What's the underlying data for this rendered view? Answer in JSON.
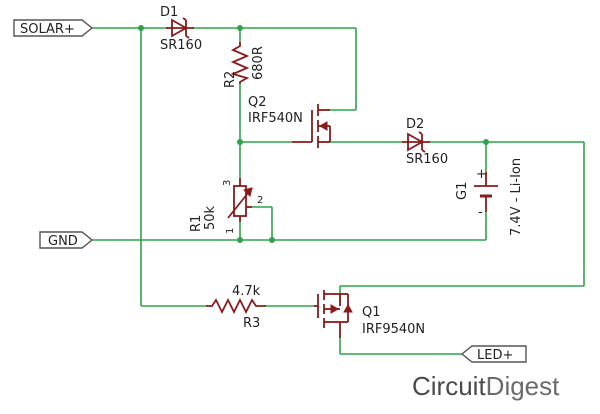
{
  "ports": {
    "solar": "SOLAR+",
    "gnd": "GND",
    "led": "LED+"
  },
  "components": {
    "d1": {
      "ref": "D1",
      "value": "SR160"
    },
    "d2": {
      "ref": "D2",
      "value": "SR160"
    },
    "r2": {
      "ref": "R2",
      "value": "680R"
    },
    "r1": {
      "ref": "R1",
      "value": "50k"
    },
    "r3": {
      "ref": "R3",
      "value": "4.7k"
    },
    "q2": {
      "ref": "Q2",
      "value": "IRF540N"
    },
    "q1": {
      "ref": "Q1",
      "value": "IRF9540N"
    },
    "g1": {
      "ref": "G1",
      "value": "7.4V - Li-Ion",
      "plus": "+",
      "minus": "-"
    }
  },
  "pot_pins": {
    "p1": "1",
    "p2": "2",
    "p3": "3"
  },
  "brand": {
    "part1": "Circuit",
    "part2": "Digest"
  },
  "colors": {
    "wire": "#2fa34a",
    "component": "#8b1a1a",
    "text": "#222222"
  }
}
